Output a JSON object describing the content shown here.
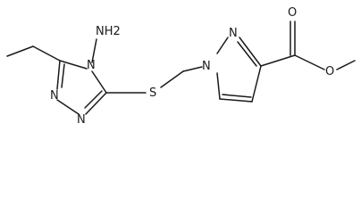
{
  "molecule": {
    "atoms": [
      {
        "id": "nh2",
        "label": "NH2"
      },
      {
        "id": "n4",
        "label": "N"
      },
      {
        "id": "n1",
        "label": "N"
      },
      {
        "id": "n2",
        "label": "N"
      },
      {
        "id": "s",
        "label": "S"
      },
      {
        "id": "np1",
        "label": "N"
      },
      {
        "id": "np2",
        "label": "N"
      },
      {
        "id": "o_carbonyl",
        "label": "O"
      },
      {
        "id": "o_ester",
        "label": "O"
      }
    ]
  }
}
